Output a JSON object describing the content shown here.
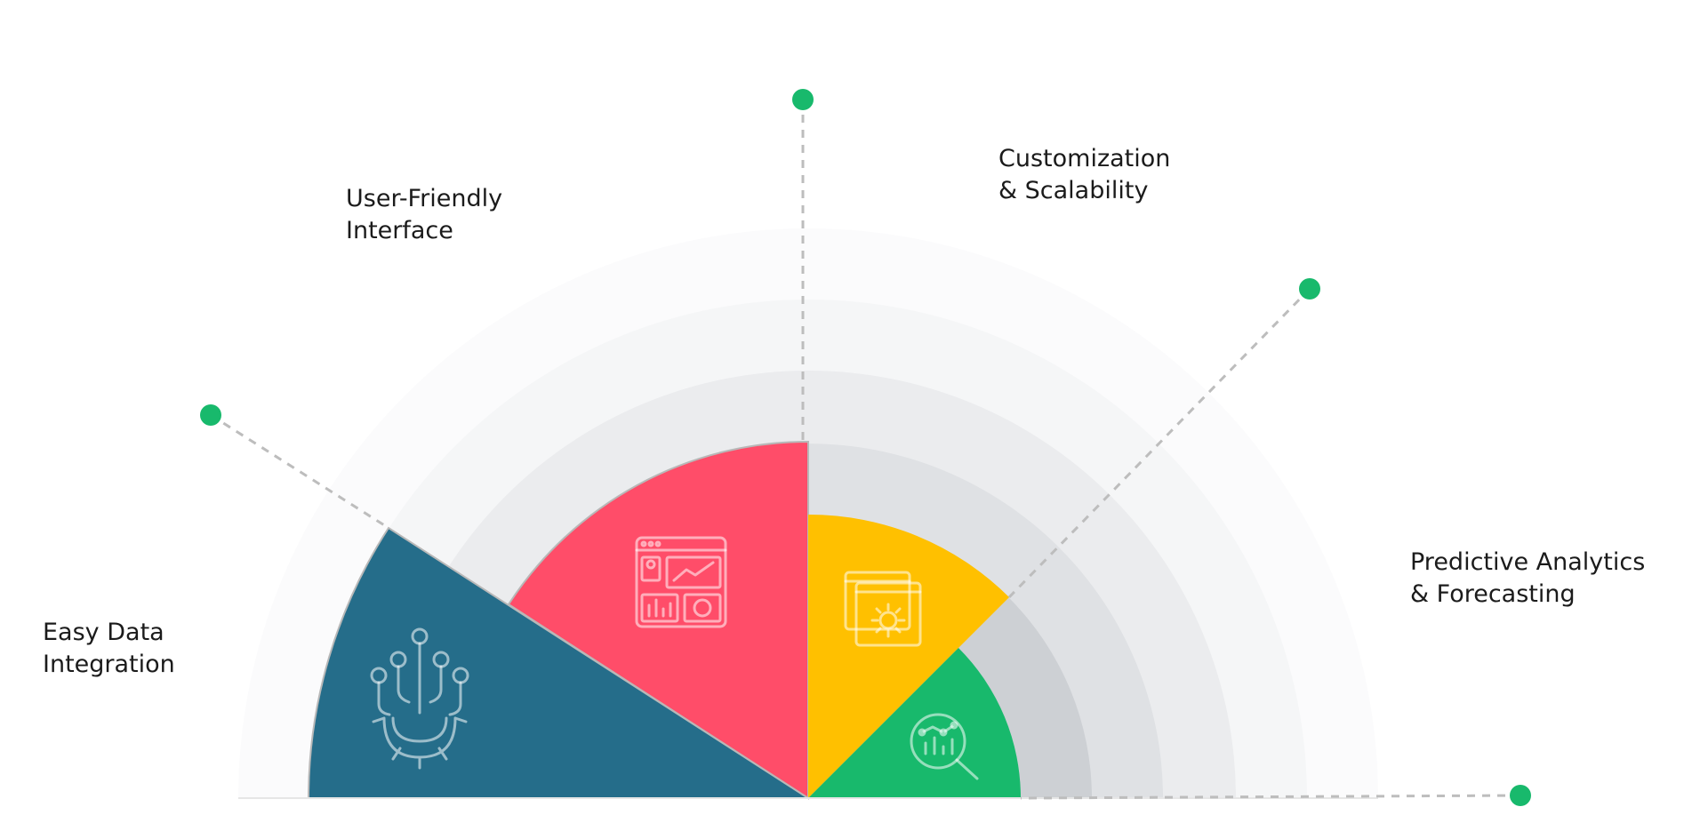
{
  "features": [
    {
      "key": "easy-data-integration",
      "lines": [
        "Easy Data",
        "Integration"
      ],
      "color": "#256d8a",
      "icon": "circuit-gear-icon"
    },
    {
      "key": "user-friendly-interface",
      "lines": [
        "User-Friendly",
        "Interface"
      ],
      "color": "#ff4d69",
      "icon": "dashboard-icon"
    },
    {
      "key": "customization-scalability",
      "lines": [
        "Customization",
        "& Scalability"
      ],
      "color": "#ffc000",
      "icon": "settings-window-icon"
    },
    {
      "key": "predictive-analytics",
      "lines": [
        "Predictive Analytics",
        "& Forecasting"
      ],
      "color": "#18b96c",
      "icon": "chart-magnifier-icon"
    }
  ],
  "colors": {
    "dot": "#18b96c",
    "connector": "#bdbdbd",
    "rings": [
      "#fbfbfc",
      "#f5f6f7",
      "#ebecee",
      "#dfe1e4",
      "#cdd0d4"
    ]
  }
}
